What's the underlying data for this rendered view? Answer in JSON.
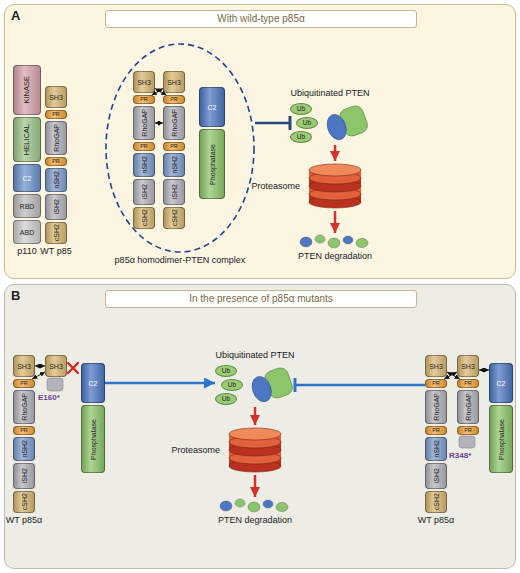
{
  "diagram": {
    "nodes": [
      {
        "text": [
          "A"
        ]
      },
      {
        "text": [
          "With wild-type p85α"
        ],
        "in": 0
      },
      {
        "text": [
          "p110"
        ],
        "in": 0
      },
      {
        "text": [
          "KINASE"
        ],
        "in": 2
      },
      {
        "text": [
          "HELICAL"
        ],
        "in": 2
      },
      {
        "text": [
          "C2"
        ],
        "in": 2
      },
      {
        "text": [
          "RBD"
        ],
        "in": 2
      },
      {
        "text": [
          "ABD"
        ],
        "in": 2
      },
      {
        "text": [
          "WT p85"
        ],
        "in": 0
      },
      {
        "text": [
          "SH3"
        ],
        "in": 8
      },
      {
        "text": [
          "PR"
        ],
        "in": 8
      },
      {
        "text": [
          "RhoGAP"
        ],
        "in": 8
      },
      {
        "text": [
          "PR"
        ],
        "in": 8
      },
      {
        "text": [
          "nSH2"
        ],
        "in": 8
      },
      {
        "text": [
          "iSH2"
        ],
        "in": 8
      },
      {
        "text": [
          "cSH2"
        ],
        "in": 8
      },
      {
        "text": [
          "p85α homodimer-PTEN complex"
        ],
        "in": 0
      },
      {
        "text": [
          "SH3"
        ],
        "in": 16
      },
      {
        "text": [
          "PR"
        ],
        "in": 16
      },
      {
        "text": [
          "RhoGAP"
        ],
        "in": 16
      },
      {
        "text": [
          "PR"
        ],
        "in": 16
      },
      {
        "text": [
          "nSH2"
        ],
        "in": 16
      },
      {
        "text": [
          "iSH2"
        ],
        "in": 16
      },
      {
        "text": [
          "cSH2"
        ],
        "in": 16
      },
      {
        "text": [
          "SH3"
        ],
        "in": 16
      },
      {
        "text": [
          "PR"
        ],
        "in": 16
      },
      {
        "text": [
          "RhoGAP"
        ],
        "in": 16
      },
      {
        "text": [
          "PR"
        ],
        "in": 16
      },
      {
        "text": [
          "nSH2"
        ],
        "in": 16
      },
      {
        "text": [
          "iSH2"
        ],
        "in": 16
      },
      {
        "text": [
          "cSH2"
        ],
        "in": 16
      },
      {
        "text": [
          "C2"
        ],
        "in": 16
      },
      {
        "text": [
          "Phosphatase"
        ],
        "in": 16
      },
      {
        "text": [
          "Ubiquitinated PTEN"
        ],
        "in": 0
      },
      {
        "text": [
          "Ub"
        ],
        "in": 33
      },
      {
        "text": [
          "Ub"
        ],
        "in": 33
      },
      {
        "text": [
          "Ub"
        ],
        "in": 33
      },
      {
        "text": [
          "Proteasome"
        ],
        "in": 0
      },
      {
        "text": [
          "PTEN degradation"
        ],
        "in": 0
      },
      {
        "text": [
          "B"
        ]
      },
      {
        "text": [
          "In the presence of p85α mutants"
        ],
        "in": 39
      },
      {
        "text": [
          "WT p85α"
        ],
        "in": 39
      },
      {
        "text": [
          "SH3"
        ],
        "in": 41
      },
      {
        "text": [
          "PR"
        ],
        "in": 41
      },
      {
        "text": [
          "RhoGAP"
        ],
        "in": 41
      },
      {
        "text": [
          "PR"
        ],
        "in": 41
      },
      {
        "text": [
          "nSH2"
        ],
        "in": 41
      },
      {
        "text": [
          "iSH2"
        ],
        "in": 41
      },
      {
        "text": [
          "cSH2"
        ],
        "in": 41
      },
      {
        "text": [
          "SH3"
        ],
        "in": 39
      },
      {
        "text": [
          "C2"
        ],
        "in": 39
      },
      {
        "text": [
          "Phosphatase"
        ],
        "in": 39
      },
      {
        "text": [
          "Ubiquitinated PTEN"
        ],
        "in": 39
      },
      {
        "text": [
          "Ub"
        ],
        "in": 52
      },
      {
        "text": [
          "Ub"
        ],
        "in": 52
      },
      {
        "text": [
          "Ub"
        ],
        "in": 52
      },
      {
        "text": [
          "Proteasome"
        ],
        "in": 39
      },
      {
        "text": [
          "PTEN degradation"
        ],
        "in": 39
      },
      {
        "text": [
          "WT p85α"
        ],
        "in": 39
      },
      {
        "text": [
          "SH3"
        ],
        "in": 58
      },
      {
        "text": [
          "PR"
        ],
        "in": 58
      },
      {
        "text": [
          "RhoGAP"
        ],
        "in": 58
      },
      {
        "text": [
          "PR"
        ],
        "in": 58
      },
      {
        "text": [
          "nSH2"
        ],
        "in": 58
      },
      {
        "text": [
          "iSH2"
        ],
        "in": 58
      },
      {
        "text": [
          "cSH2"
        ],
        "in": 58
      },
      {
        "text": [
          "SH3"
        ],
        "in": 39
      },
      {
        "text": [
          "PR"
        ],
        "in": 39
      },
      {
        "text": [
          "RhoGAP"
        ],
        "in": 39
      },
      {
        "text": [
          "PR"
        ],
        "in": 39
      },
      {
        "text": [
          "C2"
        ],
        "in": 39
      },
      {
        "text": [
          "Phosphatase"
        ],
        "in": 39
      }
    ],
    "edges": [
      {
        "from": 16,
        "to": 33,
        "arrow": "to"
      },
      {
        "from": 33,
        "to": 37,
        "arrow": "to"
      },
      {
        "from": 37,
        "to": 38,
        "arrow": "to"
      },
      {
        "from": 17,
        "to": 25,
        "arrow": "both"
      },
      {
        "from": 24,
        "to": 18,
        "arrow": "both"
      },
      {
        "from": 19,
        "to": 26,
        "arrow": "both"
      },
      {
        "from": 50,
        "to": 52,
        "arrow": "to"
      },
      {
        "from": 58,
        "to": 52,
        "arrow": "to"
      },
      {
        "from": 52,
        "to": 56,
        "arrow": "to"
      },
      {
        "from": 56,
        "to": 57,
        "arrow": "to"
      },
      {
        "from": 42,
        "to": 49,
        "arrow": "both"
      },
      {
        "from": 43,
        "to": 49,
        "arrow": "both"
      },
      {
        "from": 59,
        "to": 67,
        "arrow": "both"
      },
      {
        "from": 60,
        "to": 66,
        "arrow": "both"
      },
      {
        "from": 66,
        "to": 70,
        "arrow": "both"
      }
    ],
    "labels": [
      "E160*",
      "R348*"
    ]
  }
}
